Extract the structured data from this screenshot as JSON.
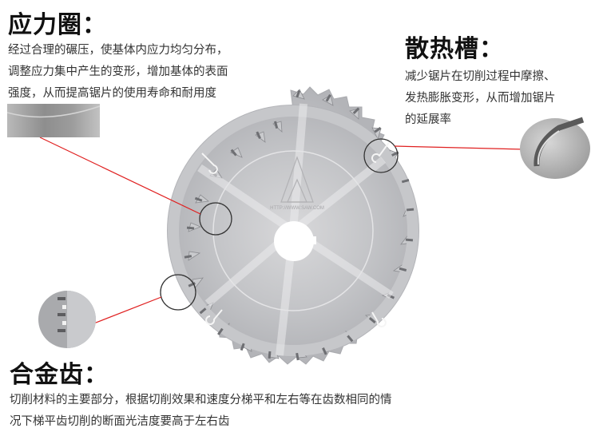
{
  "sections": {
    "stress_ring": {
      "title": "应力圈：",
      "lines": [
        "经过合理的碾压，使基体内应力均匀分布，",
        "调整应力集中产生的变形，增加基体的表面",
        "强度，从而提高锯片的使用寿命和耐用度"
      ]
    },
    "heat_slot": {
      "title": "散热槽：",
      "lines": [
        "减少锯片在切削过程中摩擦、",
        "发热膨胀变形，从而增加锯片",
        "的延展率"
      ]
    },
    "alloy_teeth": {
      "title": "合金齿：",
      "lines": [
        "切削材料的主要部分，根据切削效果和速度分梯平和左右等在齿数相同的情",
        "况下梯平齿切削的断面光洁度要高于左右齿"
      ]
    }
  },
  "blade": {
    "watermark": "HTTP://WWW.SAW.COM",
    "callout_line_color": "#e02020",
    "callout_circle_color": "#333333"
  }
}
